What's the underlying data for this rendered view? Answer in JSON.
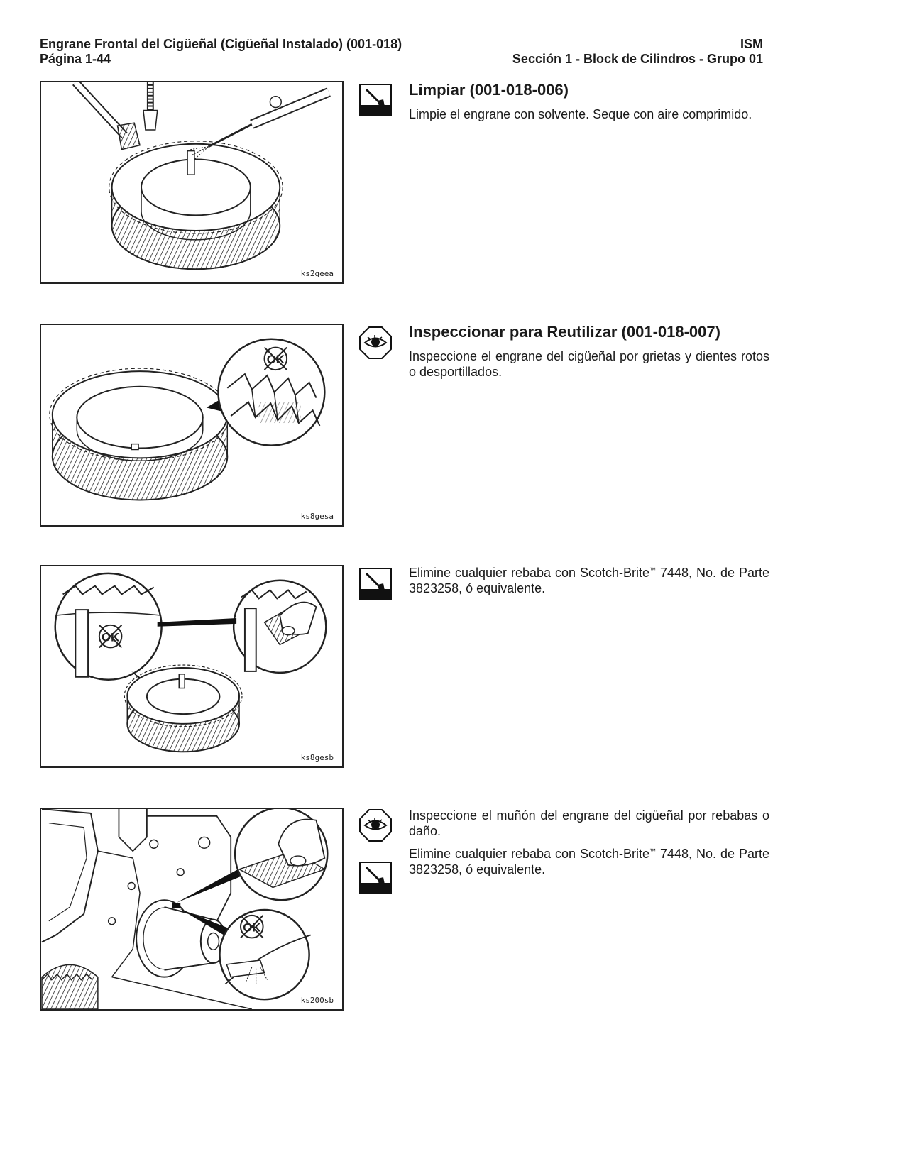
{
  "header": {
    "title": "Engrane Frontal del Cigüeñal (Cigüeñal Instalado) (001-018)",
    "page": "Página 1-44",
    "product": "ISM",
    "section": "Sección 1 - Block de Cilindros - Grupo 01"
  },
  "steps": [
    {
      "figure_id": "ks2geea",
      "icon": "brush-clean-icon",
      "title": "Limpiar (001-018-006)",
      "paragraphs": [
        "Limpie el engrane con solvente. Seque con aire comprimido."
      ]
    },
    {
      "figure_id": "ks8gesa",
      "icon": "eye-inspect-icon",
      "title": "Inspeccionar para Reutilizar (001-018-007)",
      "paragraphs": [
        "Inspeccione el engrane del cigüeñal por grietas y dientes rotos o desportillados."
      ]
    },
    {
      "figure_id": "ks8gesb",
      "icon": "brush-clean-icon",
      "paragraphs": [
        {
          "before": "Elimine cualquier rebaba con Scotch-Brite",
          "tm": "™",
          "after": " 7448, No. de Parte 3823258, ó equivalente."
        }
      ]
    },
    {
      "figure_id": "ks200sb",
      "icons": [
        "eye-inspect-icon",
        "brush-clean-icon"
      ],
      "paragraphs": [
        "Inspeccione el muñón del engrane del cigüeñal por rebabas o daño.",
        {
          "before": "Elimine cualquier rebaba con Scotch-Brite",
          "tm": "™",
          "after": " 7448, No. de Parte 3823258, ó equivalente."
        }
      ]
    }
  ]
}
